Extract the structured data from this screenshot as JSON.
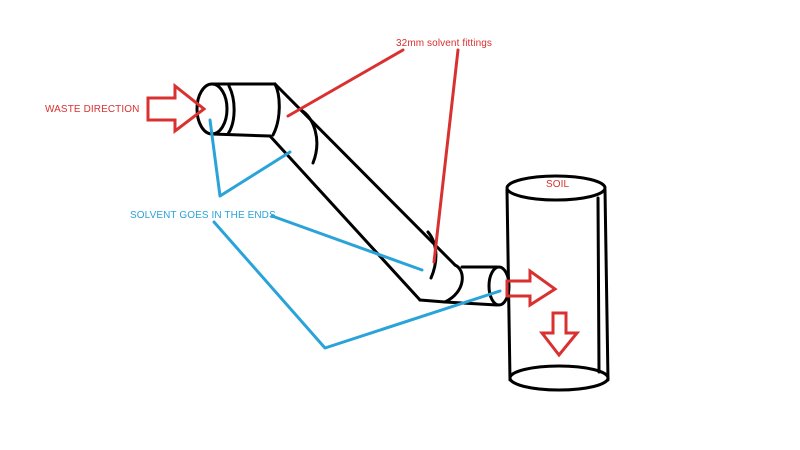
{
  "labels": {
    "waste_direction": "WASTE DIRECTION",
    "fittings": "32mm solvent fittings",
    "solvent_ends": "SOLVENT GOES IN THE ENDS",
    "soil": "SOIL"
  },
  "colors": {
    "pipe": "#000000",
    "red": "#d93030",
    "blue": "#2aa3d8",
    "background": "#ffffff"
  },
  "icons": [
    "arrow-right-icon",
    "arrow-down-icon"
  ]
}
